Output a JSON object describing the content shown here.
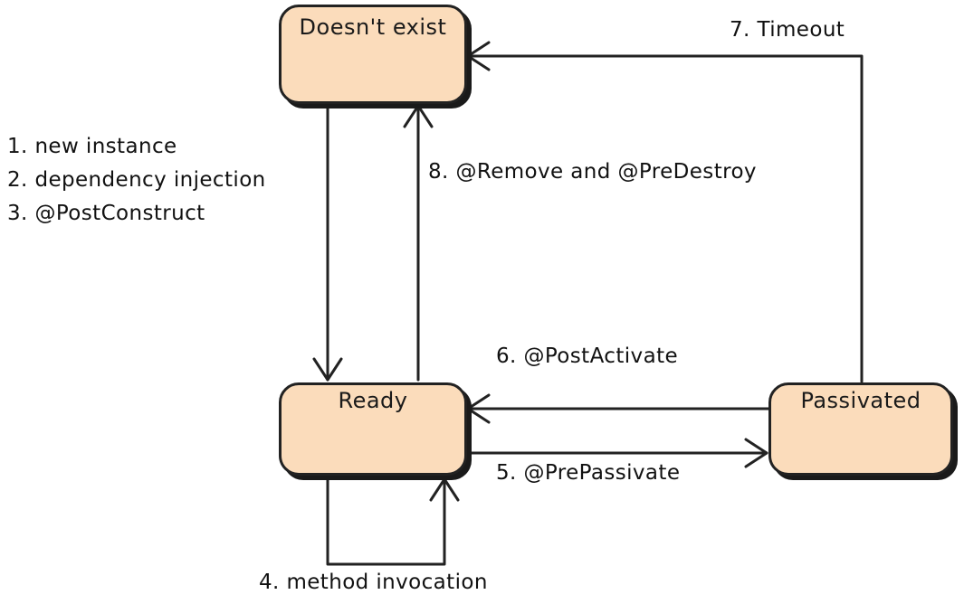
{
  "states": {
    "doesnt_exist": "Doesn't exist",
    "ready": "Ready",
    "passivated": "Passivated"
  },
  "transitions": {
    "create_steps": [
      "1. new instance",
      "2. dependency injection",
      "3. @PostConstruct"
    ],
    "method_invocation": "4. method invocation",
    "pre_passivate": "5. @PrePassivate",
    "post_activate": "6. @PostActivate",
    "timeout": "7. Timeout",
    "remove": "8. @Remove and @PreDestroy"
  },
  "colors": {
    "state_fill": "#fbdcbb",
    "stroke": "#222222"
  }
}
